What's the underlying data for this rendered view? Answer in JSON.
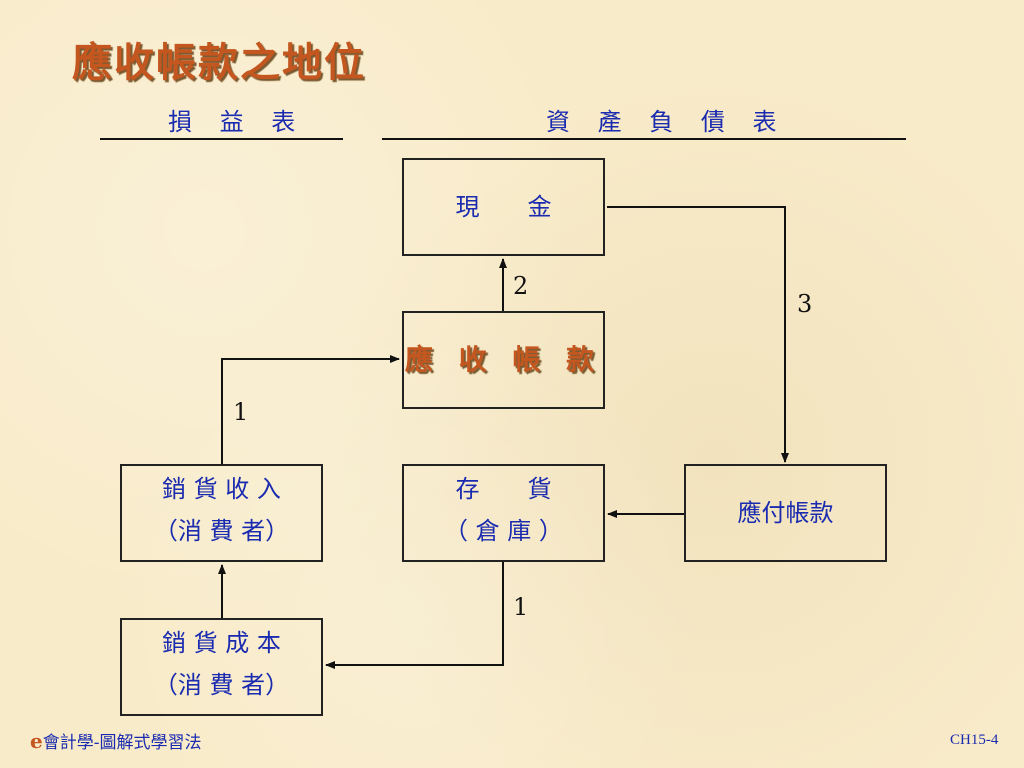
{
  "title": "應收帳款之地位",
  "headers": {
    "income_statement": "損 益 表",
    "balance_sheet": "資 產 負 債 表"
  },
  "boxes": {
    "cash": "現　　金",
    "accounts_receivable": "應 收 帳 款",
    "sales_revenue": [
      "銷 貨 收 入",
      "（消 費 者）"
    ],
    "inventory": [
      "存　　貨",
      "（ 倉 庫 ）"
    ],
    "accounts_payable": "應付帳款",
    "cost_of_goods_sold": [
      "銷 貨 成 本",
      "（消 費 者）"
    ]
  },
  "arrow_labels": {
    "ar_to_cash": "2",
    "cash_to_ap": "3",
    "sales_to_ar": "1",
    "inv_to_cogs": "1"
  },
  "footer": {
    "logo_e": "e",
    "course": "會計學-圖解式學習法",
    "page": "CH15-4"
  }
}
